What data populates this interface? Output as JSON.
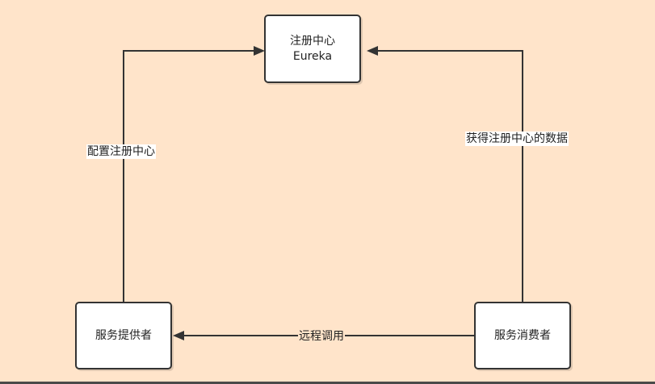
{
  "nodes": {
    "eureka": {
      "line1": "注册中心",
      "line2": "Eureka"
    },
    "provider": {
      "label": "服务提供者"
    },
    "consumer": {
      "label": "服务消费者"
    }
  },
  "edges": {
    "provider_to_eureka": {
      "label": "配置注册中心"
    },
    "consumer_to_eureka": {
      "label": "获得注册中心的数据"
    },
    "consumer_to_provider": {
      "label": "远程调用"
    }
  },
  "colors": {
    "background": "#ffe4ca",
    "node_fill": "#ffffff",
    "stroke": "#333333"
  }
}
